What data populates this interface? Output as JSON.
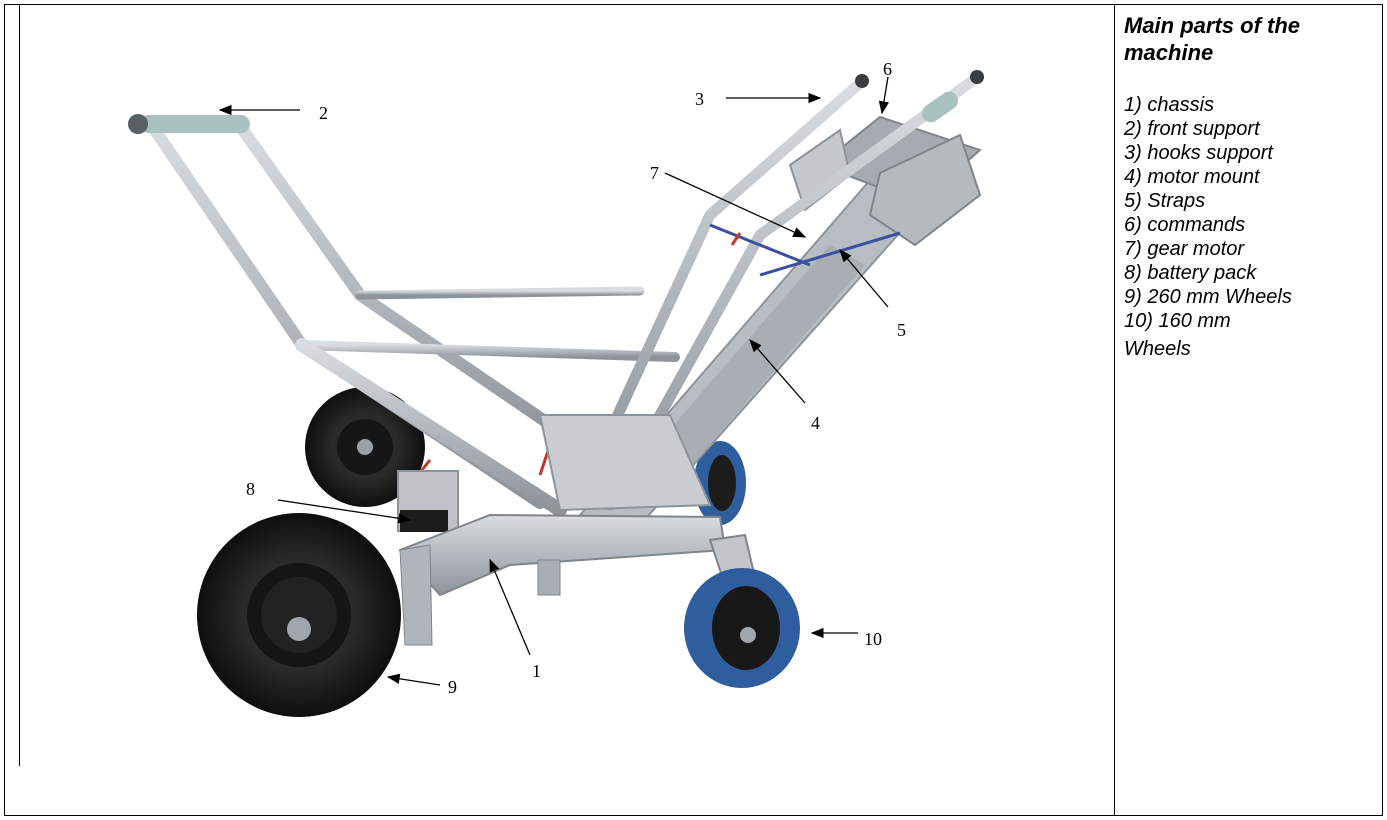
{
  "figure": {
    "callouts": [
      "1",
      "2",
      "3",
      "4",
      "5",
      "6",
      "7",
      "8",
      "9",
      "10"
    ]
  },
  "legend": {
    "title": "Main parts of the machine",
    "items": [
      "1) chassis",
      "2) front support",
      "3) hooks support",
      "4) motor mount",
      "5) Straps",
      "6) commands",
      "7)  gear motor",
      "8) battery pack",
      "9) 260 mm Wheels",
      "10) 160 mm",
      "Wheels"
    ]
  },
  "colors": {
    "frame": "#000000",
    "steel": "#b9bec4",
    "steel_dark": "#8e949b",
    "grip": "#a9c1bf",
    "tire": "#1f1f1f",
    "wheel_blue": "#2f5e9e",
    "strap": "#3a4fa0"
  }
}
